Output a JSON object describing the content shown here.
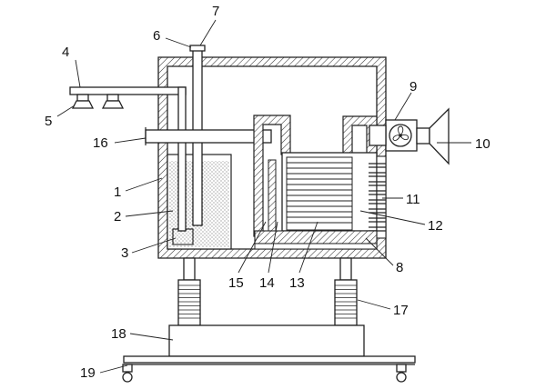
{
  "diagram": {
    "labels": [
      {
        "id": "1",
        "text": "1"
      },
      {
        "id": "2",
        "text": "2"
      },
      {
        "id": "3",
        "text": "3"
      },
      {
        "id": "4",
        "text": "4"
      },
      {
        "id": "5",
        "text": "5"
      },
      {
        "id": "6",
        "text": "6"
      },
      {
        "id": "7",
        "text": "7"
      },
      {
        "id": "8",
        "text": "8"
      },
      {
        "id": "9",
        "text": "9"
      },
      {
        "id": "10",
        "text": "10"
      },
      {
        "id": "11",
        "text": "11"
      },
      {
        "id": "12",
        "text": "12"
      },
      {
        "id": "13",
        "text": "13"
      },
      {
        "id": "14",
        "text": "14"
      },
      {
        "id": "15",
        "text": "15"
      },
      {
        "id": "16",
        "text": "16"
      },
      {
        "id": "17",
        "text": "17"
      },
      {
        "id": "18",
        "text": "18"
      },
      {
        "id": "19",
        "text": "19"
      }
    ]
  }
}
